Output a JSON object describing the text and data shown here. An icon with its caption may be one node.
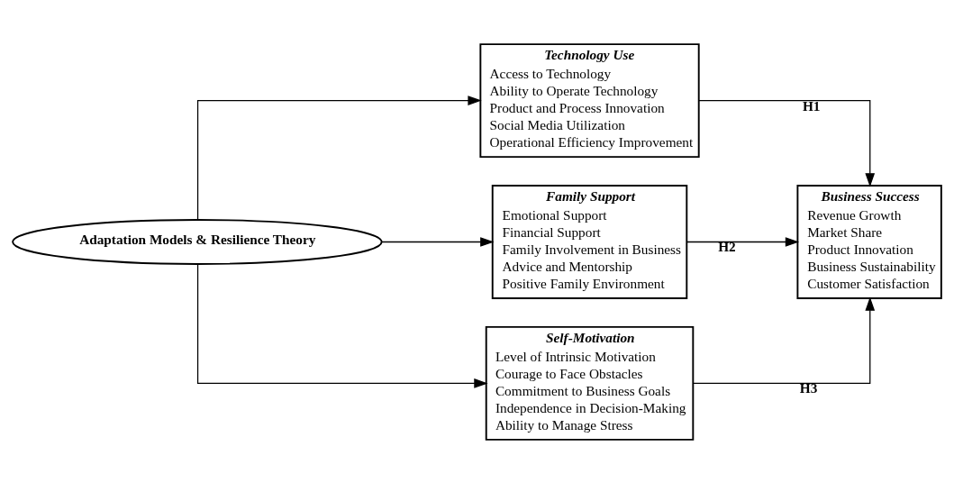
{
  "diagram": {
    "nodes": [
      {
        "text": [
          "Adaptation Models & Resilience Theory"
        ]
      },
      {
        "text": [
          "Technology Use",
          "Access to Technology",
          "Ability to Operate Technology",
          "Product and Process Innovation",
          "Social Media Utilization",
          "Operational Efficiency Improvement"
        ]
      },
      {
        "text": [
          "Family Support",
          "Emotional Support",
          "Financial Support",
          "Family Involvement in Business",
          "Advice and Mentorship",
          "Positive Family Environment"
        ]
      },
      {
        "text": [
          "Self-Motivation",
          "Level of Intrinsic Motivation",
          "Courage to Face Obstacles",
          "Commitment to Business Goals",
          "Independence in Decision-Making",
          "Ability to Manage Stress"
        ]
      },
      {
        "text": [
          "Business Success",
          "Revenue Growth",
          "Market Share",
          "Product Innovation",
          "Business Sustainability",
          "Customer Satisfaction"
        ]
      }
    ],
    "edges": [
      {
        "from": 0,
        "to": 1,
        "arrow": "to"
      },
      {
        "from": 0,
        "to": 2,
        "arrow": "to"
      },
      {
        "from": 0,
        "to": 3,
        "arrow": "to"
      },
      {
        "from": 1,
        "to": 4,
        "arrow": "to",
        "label": "H1"
      },
      {
        "from": 2,
        "to": 4,
        "arrow": "to",
        "label": "H2"
      },
      {
        "from": 3,
        "to": 4,
        "arrow": "to",
        "label": "H3"
      }
    ]
  }
}
